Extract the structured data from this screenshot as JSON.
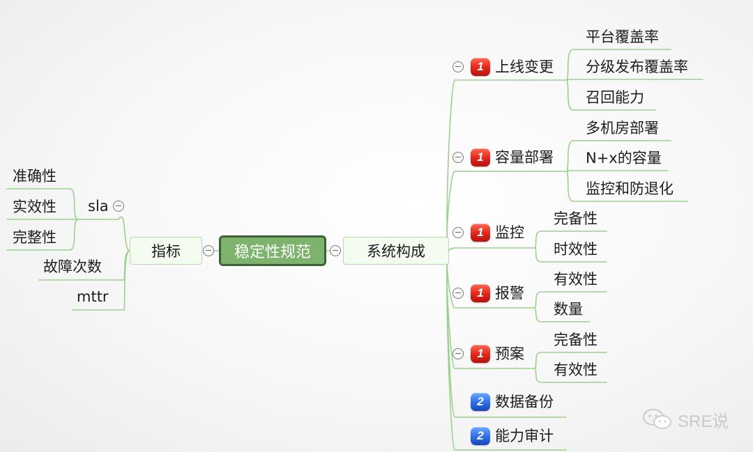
{
  "colors": {
    "link": "#9ccf8f",
    "central_fill": "#7eb36e",
    "central_border": "#3f5f39",
    "priority_1": "#d92a1c",
    "priority_2": "#2d6fe6"
  },
  "central": {
    "label": "稳定性规范"
  },
  "left": {
    "metrics": {
      "label": "指标",
      "sla": {
        "label": "sla",
        "children": [
          "准确性",
          "实效性",
          "完整性"
        ]
      },
      "failures": "故障次数",
      "mttr": "mttr"
    }
  },
  "right": {
    "system": {
      "label": "系统构成",
      "items": [
        {
          "label": "上线变更",
          "priority": "1",
          "children": [
            "平台覆盖率",
            "分级发布覆盖率",
            "召回能力"
          ]
        },
        {
          "label": "容量部署",
          "priority": "1",
          "children": [
            "多机房部署",
            "N+x的容量",
            "监控和防退化"
          ]
        },
        {
          "label": "监控",
          "priority": "1",
          "children": [
            "完备性",
            "时效性"
          ]
        },
        {
          "label": "报警",
          "priority": "1",
          "children": [
            "有效性",
            "数量"
          ]
        },
        {
          "label": "预案",
          "priority": "1",
          "children": [
            "完备性",
            "有效性"
          ]
        },
        {
          "label": "数据备份",
          "priority": "2",
          "children": []
        },
        {
          "label": "能力审计",
          "priority": "2",
          "children": []
        }
      ]
    }
  },
  "watermark": {
    "text": "SRE说",
    "icon": "wechat-icon"
  }
}
